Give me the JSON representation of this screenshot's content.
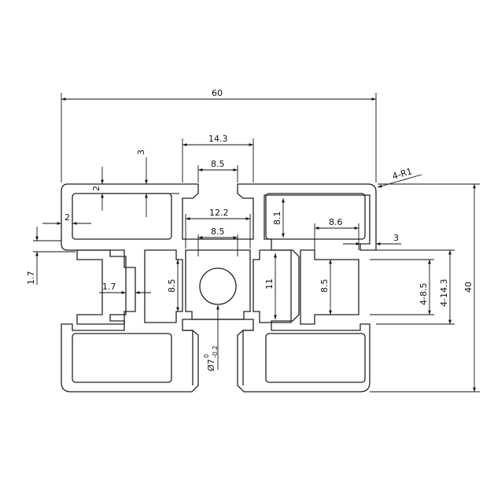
{
  "drawing": {
    "dimensions": {
      "width": "60",
      "height": "40",
      "top_slot_outer": "14.3",
      "top_slot_inner": "8.5",
      "wall_top": "3",
      "wall_left": "2",
      "wall_side": "2",
      "radius": "4-R1",
      "center_width": "12.2",
      "center_slot": "8.5",
      "lip_right": "3",
      "slot_depth_right": "8.6",
      "inner_right_height": "8.1",
      "lip_left": "1.7",
      "notch_left": "1.7",
      "slot_height_left": "8.5",
      "center_height": "11",
      "slot_height_right": "8.5",
      "right_slot_inner": "4-8.5",
      "right_slot_outer": "4-14.3",
      "bore_main": "Ø7",
      "bore_tol_upper": "0",
      "bore_tol_lower": "-0.2"
    }
  }
}
